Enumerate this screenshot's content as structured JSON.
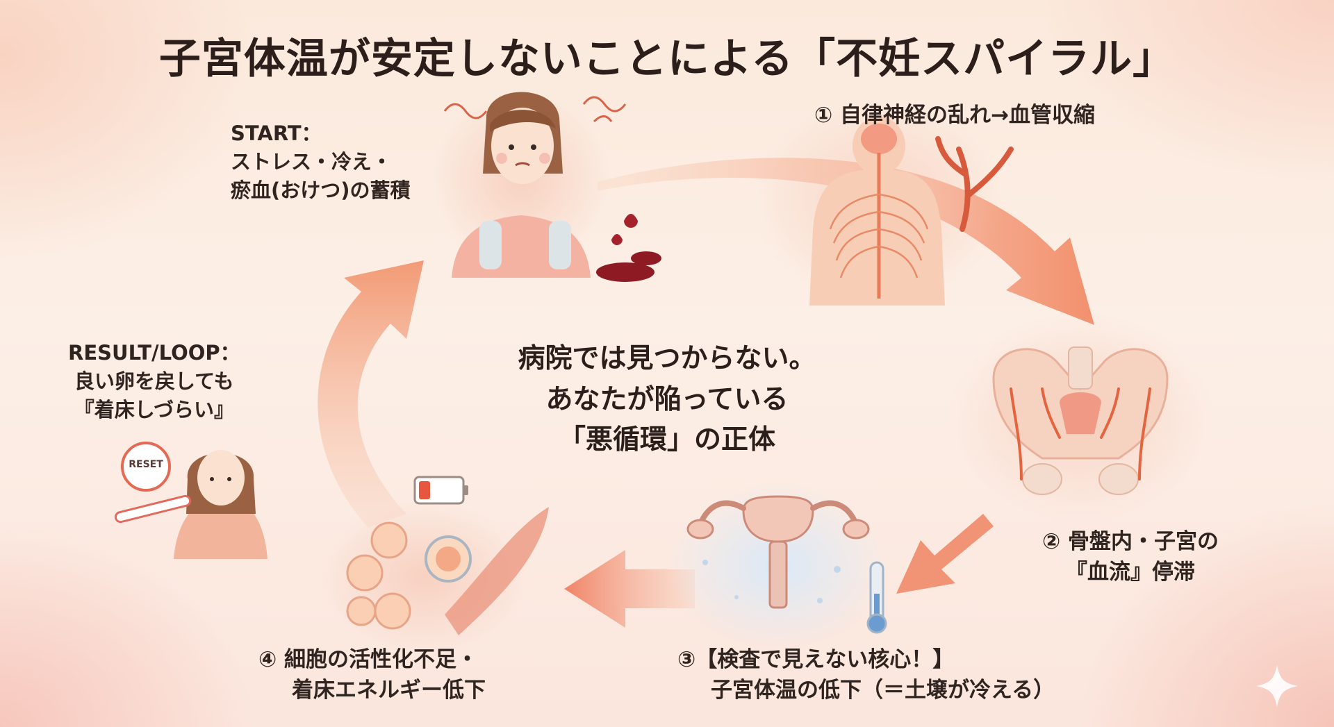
{
  "title": "子宮体温が安定しないことによる「不妊スパイラル」",
  "center_message": [
    "病院では見つからない。",
    "あなたが陥っている",
    "「悪循環」の正体"
  ],
  "stages": {
    "start": [
      "START：",
      "ストレス・冷え・",
      "瘀血(おけつ)の蓄積"
    ],
    "step1": [
      "① 自律神経の乱れ→血管収縮"
    ],
    "step2": [
      "② 骨盤内・子宮の",
      "『血流』停滞"
    ],
    "step3": [
      "③【検査で見えない核心！】",
      "子宮体温の低下（＝土壌が冷える）"
    ],
    "step4": [
      "④ 細胞の活性化不足・",
      "着床エネルギー低下"
    ],
    "result": [
      "RESULT/LOOP：",
      "良い卵を戻しても",
      "『着床しづらい』"
    ]
  },
  "reset_badge": "RESET",
  "colors": {
    "arrow": "#f29a78",
    "accent": "#e8644e",
    "blood": "#a3222b"
  },
  "icons": [
    "stressed-woman-icon",
    "nervous-system-icon",
    "pelvis-icon",
    "cold-uterus-icon",
    "thermometer-icon",
    "low-battery-icon",
    "cells-icon",
    "reset-woman-icon",
    "sparkle-icon"
  ]
}
